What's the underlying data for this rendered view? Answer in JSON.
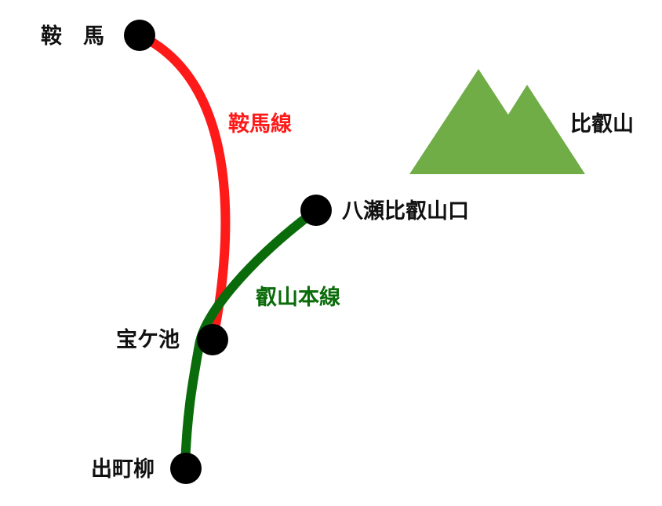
{
  "colors": {
    "kurama_line": "#ff1a1a",
    "eizan_main_line": "#0a6b0a",
    "station_dot": "#000000",
    "mountain": "#70ad47"
  },
  "lines": {
    "kurama": {
      "label": "鞍馬線"
    },
    "eizan_main": {
      "label": "叡山本線"
    }
  },
  "stations": {
    "kurama": {
      "label": "鞍　馬"
    },
    "yase_hieizanguchi": {
      "label": "八瀬比叡山口"
    },
    "takaragaike": {
      "label": "宝ケ池"
    },
    "demachiyanagi": {
      "label": "出町柳"
    }
  },
  "landmarks": {
    "mount_hiei": {
      "label": "比叡山",
      "icon": "mountain-icon"
    }
  }
}
